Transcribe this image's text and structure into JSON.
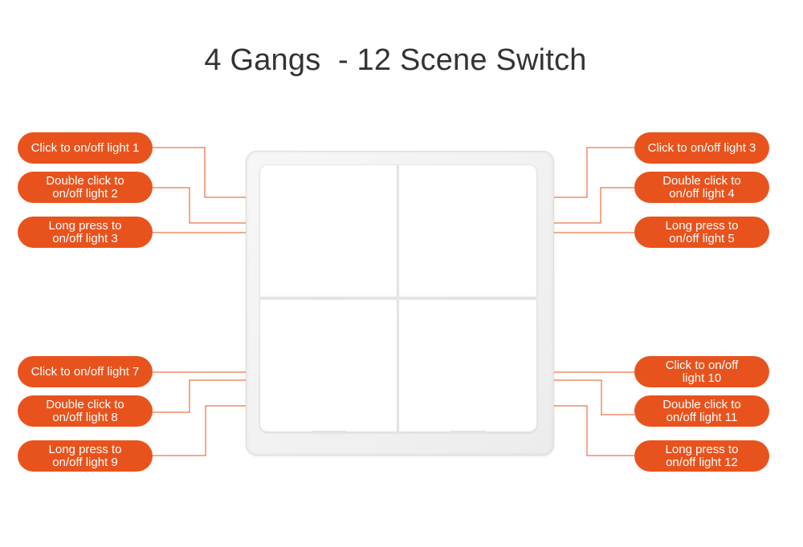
{
  "title": "4 Gangs  - 12 Scene Switch",
  "colors": {
    "accent": "#e8531d",
    "line": "#e8531d",
    "panel": "#ffffff"
  },
  "left_labels": [
    "Click to on/off light 1",
    "Double click to\non/off light 2",
    "Long press to\non/off light 3",
    "Click to on/off light 7",
    "Double click to\non/off light 8",
    "Long press to\non/off light 9"
  ],
  "right_labels": [
    "Click to on/off light 3",
    "Double click to\non/off light 4",
    "Long press to\non/off light 5",
    "Click to on/off\nlight 10",
    "Double click to\non/off light 11",
    "Long press to\non/off light 12"
  ]
}
